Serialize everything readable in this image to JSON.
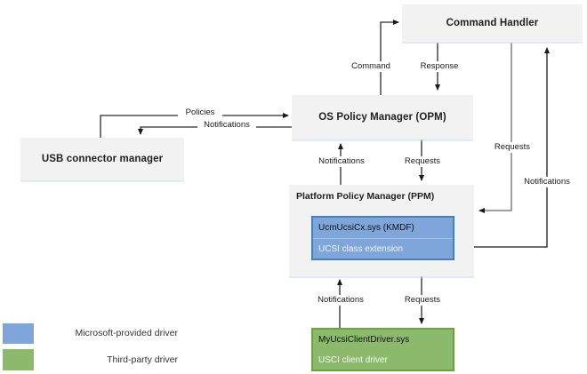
{
  "diagram": {
    "nodes": {
      "command_handler": {
        "label": "Command Handler"
      },
      "opm": {
        "label": "OS Policy Manager (OPM)"
      },
      "usb_connector_manager": {
        "label": "USB connector manager"
      },
      "ppm": {
        "label": "Platform Policy Manager (PPM)"
      },
      "ucsi_class_extension": {
        "title": "UcmUcsiCx.sys (KMDF)",
        "subtitle": "UCSI class extension"
      },
      "ucsi_client_driver": {
        "title": "MyUcsiClientDriver.sys",
        "subtitle": "USCI client driver"
      }
    },
    "edge_labels": {
      "command": "Command",
      "response": "Response",
      "policies": "Policies",
      "notifications_opm_to_usb": "Notifications",
      "notifications_ppm_to_opm": "Notifications",
      "requests_opm_to_ppm": "Requests",
      "requests_ch_to_ppm": "Requests",
      "notifications_ucsi_to_ch": "Notifications",
      "notifications_client_to_ppm": "Notifications",
      "requests_ppm_to_client": "Requests"
    },
    "legend": {
      "items": [
        {
          "color": "#7ea6db",
          "label": "Microsoft-provided driver"
        },
        {
          "color": "#8cba6d",
          "label": "Third-party driver"
        }
      ]
    },
    "colors": {
      "node_fill": "#f2f2f2",
      "microsoft_fill": "#7ea6db",
      "microsoft_border": "#4a7ebb",
      "thirdparty_fill": "#8cba6d",
      "thirdparty_border": "#70a045",
      "connector": "#2b2b2b",
      "connector_gray": "#808080"
    }
  }
}
